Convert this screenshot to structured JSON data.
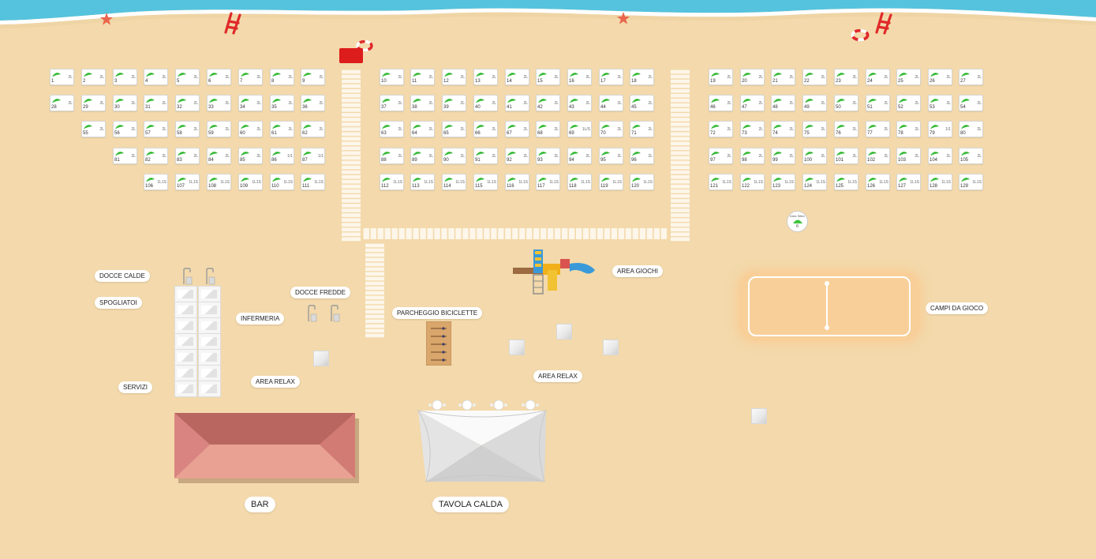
{
  "colors": {
    "sand": "#f3d9ab",
    "sea": "#55c3dd",
    "umbrella": "#3cc43c",
    "bar_roof": "#d98480",
    "field": "#f8cf98"
  },
  "icons": {
    "sea": "sea-waves",
    "starfish": "starfish-icon",
    "lifeguard_chair": "lifeguard-chair-icon",
    "lifebuoy": "lifebuoy-icon",
    "umbrella": "beach-umbrella-icon",
    "shower": "shower-icon",
    "cube": "seat-cube-icon"
  },
  "grid": {
    "rows": [
      {
        "row": 1,
        "blocks": [
          {
            "block": "left",
            "spots": [
              {
                "num": "1",
                "seats": "2L"
              },
              {
                "num": "2",
                "seats": "2L"
              },
              {
                "num": "3",
                "seats": "2L"
              },
              {
                "num": "4",
                "seats": "2L"
              },
              {
                "num": "5",
                "seats": "2L"
              },
              {
                "num": "6",
                "seats": "2L"
              },
              {
                "num": "7",
                "seats": "2L"
              },
              {
                "num": "8",
                "seats": "2L"
              },
              {
                "num": "9",
                "seats": "2L"
              }
            ]
          },
          {
            "block": "center",
            "spots": [
              {
                "num": "10",
                "seats": "2L"
              },
              {
                "num": "11",
                "seats": "2L"
              },
              {
                "num": "12",
                "seats": "2L"
              },
              {
                "num": "13",
                "seats": "2L"
              },
              {
                "num": "14",
                "seats": "2L"
              },
              {
                "num": "15",
                "seats": "2L"
              },
              {
                "num": "16",
                "seats": "2L"
              },
              {
                "num": "17",
                "seats": "2L"
              },
              {
                "num": "18",
                "seats": "2L"
              }
            ]
          },
          {
            "block": "right",
            "spots": [
              {
                "num": "19",
                "seats": "2L"
              },
              {
                "num": "20",
                "seats": "2L"
              },
              {
                "num": "21",
                "seats": "2L"
              },
              {
                "num": "22",
                "seats": "2L"
              },
              {
                "num": "23",
                "seats": "2L"
              },
              {
                "num": "24",
                "seats": "2L"
              },
              {
                "num": "25",
                "seats": "2L"
              },
              {
                "num": "26",
                "seats": "2L"
              },
              {
                "num": "27",
                "seats": "2L"
              }
            ]
          }
        ]
      },
      {
        "row": 2,
        "blocks": [
          {
            "block": "left",
            "spots": [
              {
                "num": "28",
                "seats": "2L"
              },
              {
                "num": "29",
                "seats": "2L"
              },
              {
                "num": "30",
                "seats": "2L"
              },
              {
                "num": "31",
                "seats": "2L"
              },
              {
                "num": "32",
                "seats": "2L"
              },
              {
                "num": "33",
                "seats": "2L"
              },
              {
                "num": "34",
                "seats": "2L"
              },
              {
                "num": "35",
                "seats": "2L"
              },
              {
                "num": "36",
                "seats": "2L"
              }
            ]
          },
          {
            "block": "center",
            "spots": [
              {
                "num": "37",
                "seats": "2L"
              },
              {
                "num": "38",
                "seats": "2L"
              },
              {
                "num": "39",
                "seats": "2L"
              },
              {
                "num": "40",
                "seats": "2L"
              },
              {
                "num": "41",
                "seats": "2L"
              },
              {
                "num": "42",
                "seats": "2L"
              },
              {
                "num": "43",
                "seats": "2L"
              },
              {
                "num": "44",
                "seats": "2L"
              },
              {
                "num": "45",
                "seats": "2L"
              }
            ]
          },
          {
            "block": "right",
            "spots": [
              {
                "num": "46",
                "seats": "2L"
              },
              {
                "num": "47",
                "seats": "2L"
              },
              {
                "num": "48",
                "seats": "2L"
              },
              {
                "num": "49",
                "seats": "2L"
              },
              {
                "num": "50",
                "seats": "2L"
              },
              {
                "num": "51",
                "seats": "2L"
              },
              {
                "num": "52",
                "seats": "2L"
              },
              {
                "num": "53",
                "seats": "2L"
              },
              {
                "num": "54",
                "seats": "2L"
              }
            ]
          }
        ]
      },
      {
        "row": 3,
        "blocks": [
          {
            "block": "left",
            "spots": [
              {
                "num": "55",
                "seats": "2L"
              },
              {
                "num": "56",
                "seats": "2L"
              },
              {
                "num": "57",
                "seats": "2L"
              },
              {
                "num": "58",
                "seats": "2L"
              },
              {
                "num": "59",
                "seats": "2L"
              },
              {
                "num": "60",
                "seats": "2L"
              },
              {
                "num": "61",
                "seats": "2L"
              },
              {
                "num": "62",
                "seats": "2L"
              }
            ]
          },
          {
            "block": "center",
            "spots": [
              {
                "num": "63",
                "seats": "2L"
              },
              {
                "num": "64",
                "seats": "2L"
              },
              {
                "num": "65",
                "seats": "2L"
              },
              {
                "num": "66",
                "seats": "2L"
              },
              {
                "num": "67",
                "seats": "2L"
              },
              {
                "num": "68",
                "seats": "2L"
              },
              {
                "num": "69",
                "seats": "1L/S"
              },
              {
                "num": "70",
                "seats": "2L"
              },
              {
                "num": "71",
                "seats": "2L"
              }
            ]
          },
          {
            "block": "right",
            "spots": [
              {
                "num": "72",
                "seats": "2L"
              },
              {
                "num": "73",
                "seats": "2L"
              },
              {
                "num": "74",
                "seats": "2L"
              },
              {
                "num": "75",
                "seats": "2L"
              },
              {
                "num": "76",
                "seats": "2L"
              },
              {
                "num": "77",
                "seats": "2L"
              },
              {
                "num": "78",
                "seats": "2L"
              },
              {
                "num": "79",
                "seats": "1/1"
              },
              {
                "num": "80",
                "seats": "2L"
              }
            ]
          }
        ]
      },
      {
        "row": 4,
        "blocks": [
          {
            "block": "left",
            "spots": [
              {
                "num": "81",
                "seats": "2L"
              },
              {
                "num": "82",
                "seats": "2L"
              },
              {
                "num": "83",
                "seats": "2L"
              },
              {
                "num": "84",
                "seats": "2L"
              },
              {
                "num": "85",
                "seats": "2L"
              },
              {
                "num": "86",
                "seats": "1/1"
              },
              {
                "num": "87",
                "seats": "1/1"
              }
            ]
          },
          {
            "block": "center",
            "spots": [
              {
                "num": "88",
                "seats": "2L"
              },
              {
                "num": "89",
                "seats": "2L"
              },
              {
                "num": "90",
                "seats": "2L"
              },
              {
                "num": "91",
                "seats": "2L"
              },
              {
                "num": "92",
                "seats": "2L"
              },
              {
                "num": "93",
                "seats": "2L"
              },
              {
                "num": "94",
                "seats": "2L"
              },
              {
                "num": "95",
                "seats": "2L"
              },
              {
                "num": "96",
                "seats": "2L"
              }
            ]
          },
          {
            "block": "right",
            "spots": [
              {
                "num": "97",
                "seats": "2L"
              },
              {
                "num": "98",
                "seats": "2L"
              },
              {
                "num": "99",
                "seats": "2L"
              },
              {
                "num": "100",
                "seats": "2L"
              },
              {
                "num": "101",
                "seats": "2L"
              },
              {
                "num": "102",
                "seats": "2L"
              },
              {
                "num": "103",
                "seats": "2L"
              },
              {
                "num": "104",
                "seats": "2L"
              },
              {
                "num": "105",
                "seats": "2L"
              }
            ]
          }
        ]
      },
      {
        "row": 5,
        "blocks": [
          {
            "block": "left",
            "spots": [
              {
                "num": "106",
                "seats": "1L1S"
              },
              {
                "num": "107",
                "seats": "1L1S"
              },
              {
                "num": "108",
                "seats": "1L1S"
              },
              {
                "num": "109",
                "seats": "1L1S"
              },
              {
                "num": "110",
                "seats": "1L1S"
              },
              {
                "num": "111",
                "seats": "1L1S"
              }
            ]
          },
          {
            "block": "center",
            "spots": [
              {
                "num": "112",
                "seats": "1L1S"
              },
              {
                "num": "113",
                "seats": "1L1S"
              },
              {
                "num": "114",
                "seats": "1L1S"
              },
              {
                "num": "115",
                "seats": "1L1S"
              },
              {
                "num": "116",
                "seats": "1L1S"
              },
              {
                "num": "117",
                "seats": "1L1S"
              },
              {
                "num": "118",
                "seats": "1L1S"
              },
              {
                "num": "119",
                "seats": "1L1S"
              },
              {
                "num": "120",
                "seats": "1L1S"
              }
            ]
          },
          {
            "block": "right",
            "spots": [
              {
                "num": "121",
                "seats": "1L1S"
              },
              {
                "num": "122",
                "seats": "1L1S"
              },
              {
                "num": "123",
                "seats": "1L1S"
              },
              {
                "num": "124",
                "seats": "1L1S"
              },
              {
                "num": "125",
                "seats": "1L1S"
              },
              {
                "num": "126",
                "seats": "1L1S"
              },
              {
                "num": "127",
                "seats": "1L1S"
              },
              {
                "num": "128",
                "seats": "1L1S"
              },
              {
                "num": "129",
                "seats": "1L1S"
              }
            ]
          }
        ]
      }
    ]
  },
  "special_spot": {
    "title": "Area Sitter",
    "num": "6"
  },
  "labels": {
    "docce_calde": "DOCCE CALDE",
    "spogliatoi": "SPOGLIATOI",
    "infermeria": "INFERMERIA",
    "servizi": "SERVIZI",
    "area_relax_left": "AREA RELAX",
    "docce_fredde": "DOCCE FREDDE",
    "parcheggio": "PARCHEGGIO BICICLETTE",
    "area_giochi": "AREA GIOCHI",
    "area_relax_center": "AREA RELAX",
    "campi": "CAMPI DA GIOCO",
    "bar": "BAR",
    "tavola_calda": "TAVOLA CALDA"
  }
}
